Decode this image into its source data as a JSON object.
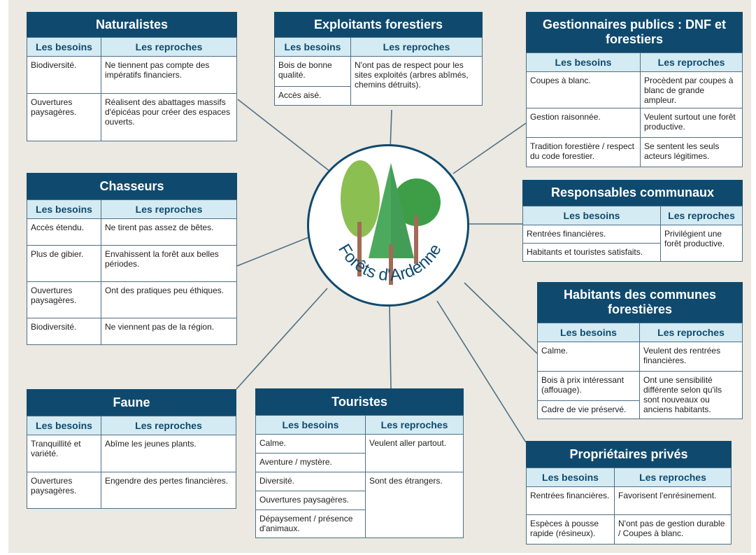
{
  "colors": {
    "header": "#0f4a6e",
    "subheader": "#d4ebf3",
    "background": "#ebe9e1",
    "line": "#4f6f86"
  },
  "center": {
    "label": "Forêts d'Ardenne"
  },
  "cards": {
    "naturalistes": {
      "title": "Naturalistes",
      "needs_header": "Les besoins",
      "blames_header": "Les reproches",
      "rows": [
        [
          "Biodiversité.",
          "Ne tiennent pas compte des impératifs financiers."
        ],
        [
          "Ouvertures paysagères.",
          "Réalisent des abattages massifs d'épicéas pour créer des espaces ouverts."
        ]
      ]
    },
    "exploitants": {
      "title": "Exploitants forestiers",
      "needs_header": "Les besoins",
      "blames_header": "Les reproches",
      "needs": [
        "Bois de bonne qualité.",
        "Accès aisé."
      ],
      "blames": "N'ont pas de respect pour les sites exploités (arbres abîmés, chemins détruits)."
    },
    "gestionnaires": {
      "title": "Gestionnaires publics : DNF et forestiers",
      "needs_header": "Les besoins",
      "blames_header": "Les reproches",
      "rows": [
        [
          "Coupes à blanc.",
          "Procèdent par coupes à blanc de grande ampleur."
        ],
        [
          "Gestion raisonnée.",
          "Veulent surtout une forêt productive."
        ],
        [
          "Tradition forestière / respect du code forestier.",
          "Se sentent les seuls acteurs légitimes."
        ]
      ]
    },
    "chasseurs": {
      "title": "Chasseurs",
      "needs_header": "Les besoins",
      "blames_header": "Les reproches",
      "rows": [
        [
          "Accès étendu.",
          "Ne tirent pas assez de bêtes."
        ],
        [
          "Plus de gibier.",
          "Envahissent la forêt aux belles périodes."
        ],
        [
          "Ouvertures paysagères.",
          "Ont des pratiques peu éthiques."
        ],
        [
          "Biodiversité.",
          "Ne viennent pas de la région."
        ]
      ]
    },
    "responsables": {
      "title": "Responsables communaux",
      "needs_header": "Les besoins",
      "blames_header": "Les reproches",
      "needs": [
        "Rentrées financières.",
        "Habitants et touristes satisfaits."
      ],
      "blames": "Privilégient une forêt productive."
    },
    "habitants": {
      "title": "Habitants des communes forestières",
      "needs_header": "Les besoins",
      "blames_header": "Les reproches",
      "needs": [
        "Calme.",
        "Bois à prix intéressant (affouage).",
        "Cadre de vie préservé."
      ],
      "blames": [
        "Veulent des rentrées financières.",
        "Ont une sensibilité différente selon qu'ils sont nouveaux ou anciens habitants."
      ]
    },
    "faune": {
      "title": "Faune",
      "needs_header": "Les besoins",
      "blames_header": "Les reproches",
      "rows": [
        [
          "Tranquillité et variété.",
          "Abîme les jeunes plants."
        ],
        [
          "Ouvertures paysagères.",
          "Engendre des pertes financières."
        ]
      ]
    },
    "touristes": {
      "title": "Touristes",
      "needs_header": "Les besoins",
      "blames_header": "Les reproches",
      "needs": [
        "Calme.",
        "Aventure / mystère.",
        "Diversité.",
        "Ouvertures paysagères.",
        "Dépaysement / présence d'animaux."
      ],
      "blames": [
        "Veulent aller partout.",
        "Sont des étrangers."
      ]
    },
    "proprietaires": {
      "title": "Propriétaires privés",
      "needs_header": "Les besoins",
      "blames_header": "Les reproches",
      "rows": [
        [
          "Rentrées financières.",
          "Favorisent l'enrésinement."
        ],
        [
          "Espèces à pousse rapide (résineux).",
          "N'ont pas de gestion durable / Coupes à blanc."
        ]
      ]
    }
  }
}
